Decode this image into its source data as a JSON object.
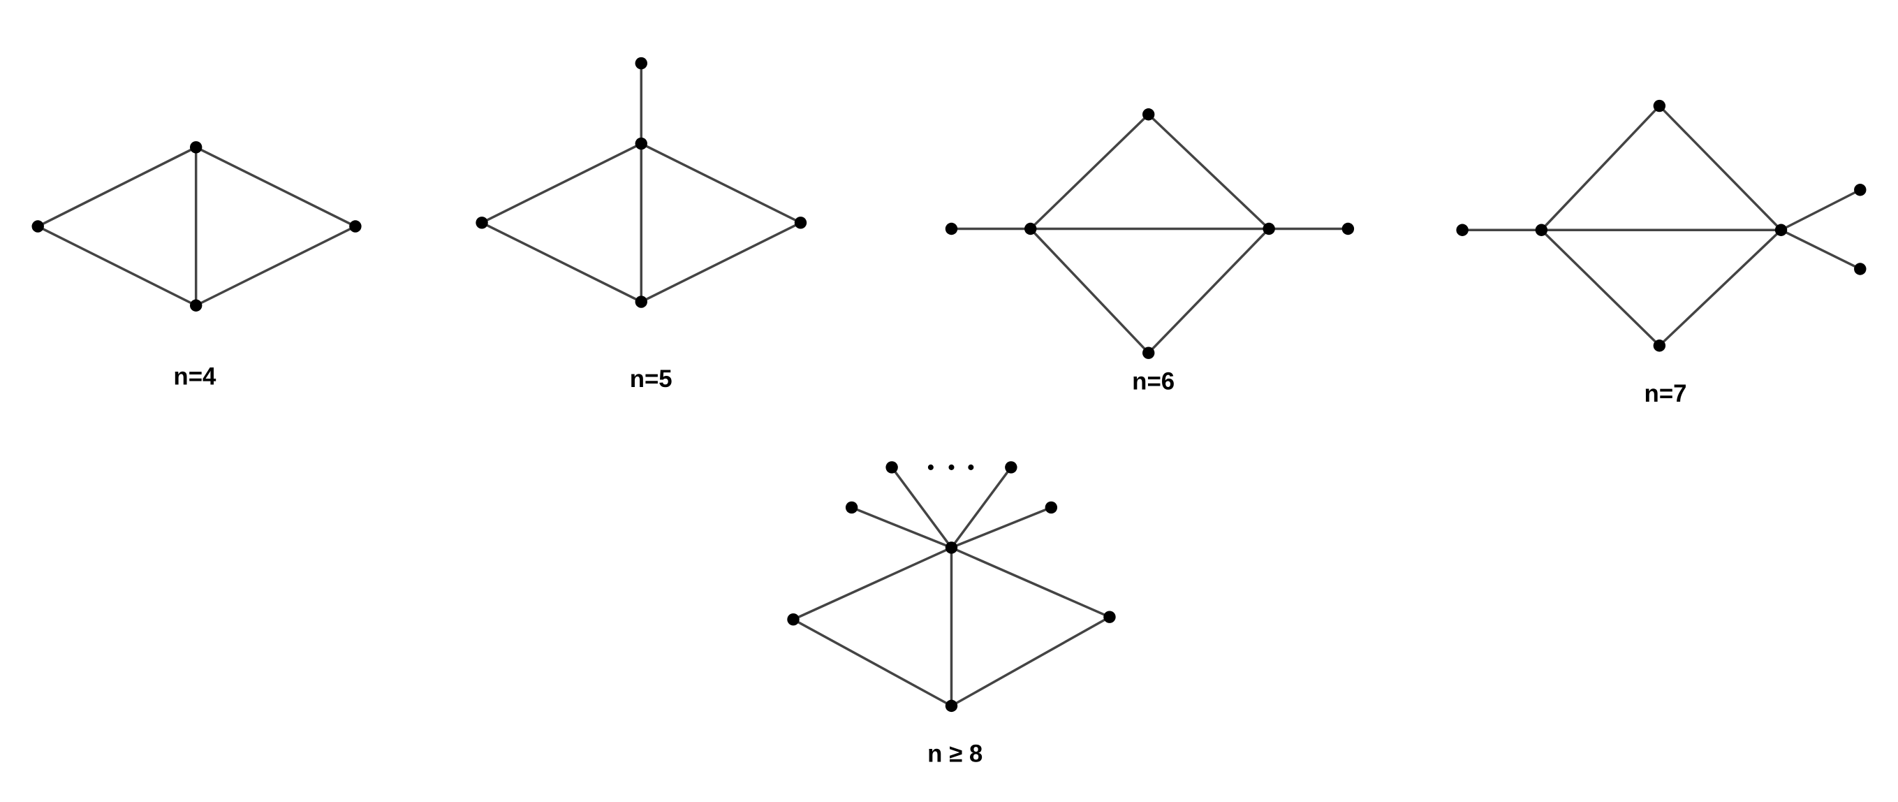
{
  "colors": {
    "edge": "#444444",
    "node": "#000000",
    "background": "#ffffff"
  },
  "graphs": [
    {
      "label": "n=4"
    },
    {
      "label": "n=5"
    },
    {
      "label": "n=6"
    },
    {
      "label": "n=7"
    },
    {
      "label": "n ≥ 8",
      "ellipsis": "• • •"
    }
  ]
}
